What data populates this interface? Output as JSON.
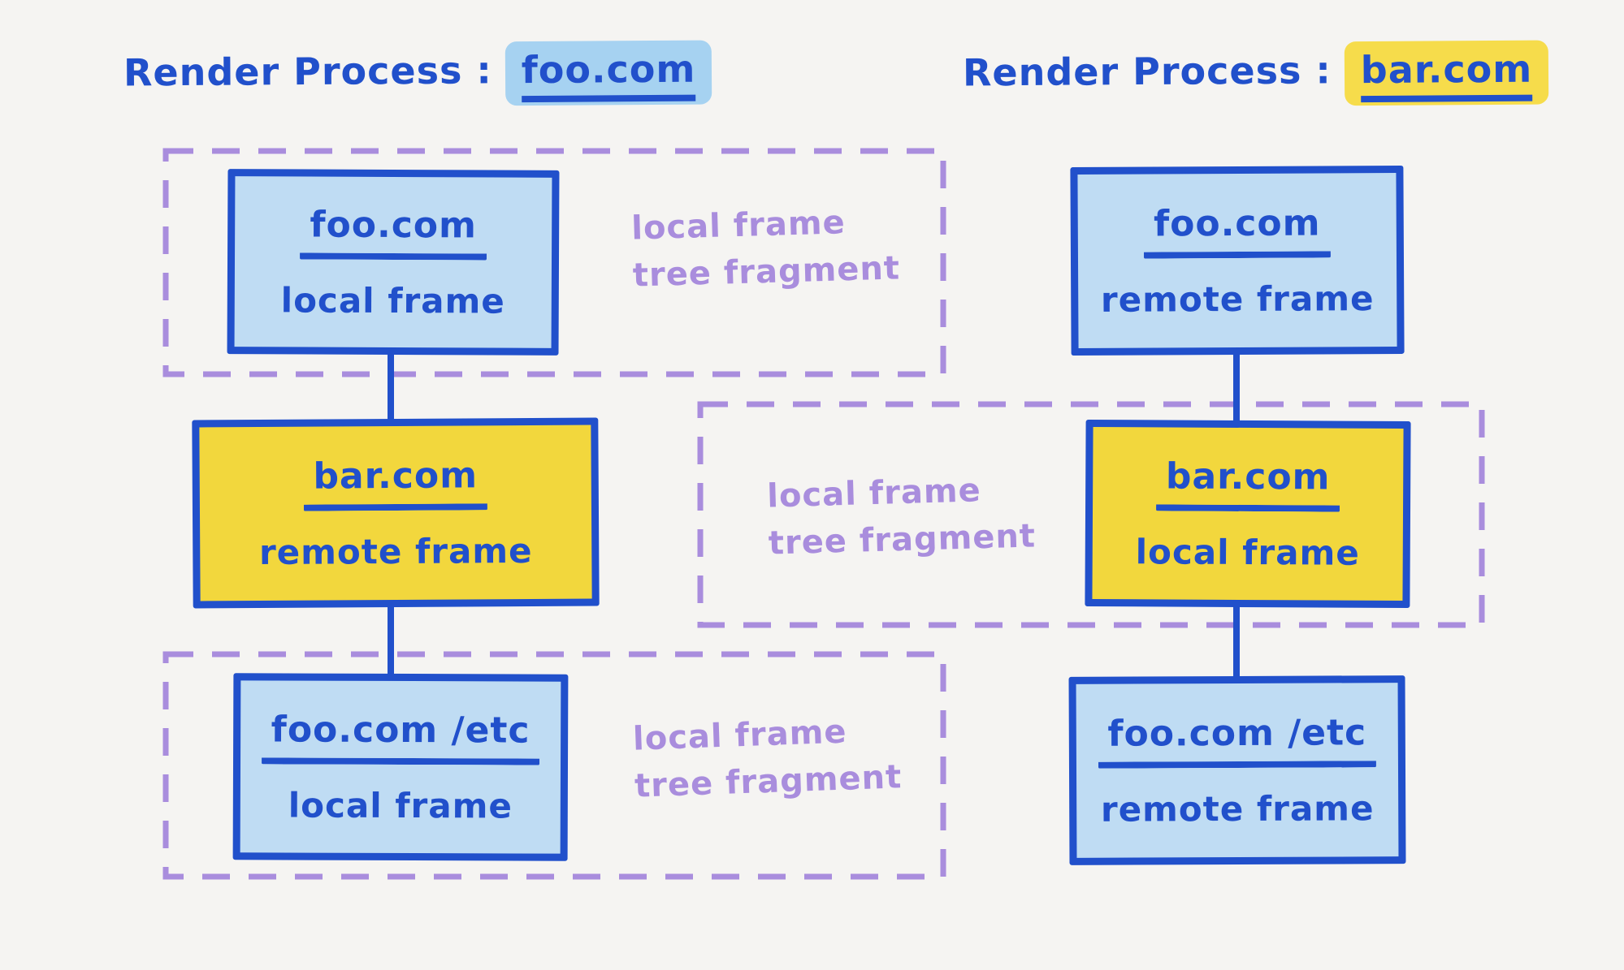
{
  "colors": {
    "background": "#f5f4f2",
    "ink": "#2150cb",
    "blue_fill": "#bfdcf3",
    "blue_highlight": "#a6d2f1",
    "yellow_fill": "#f2d73d",
    "yellow_highlight": "#f6dc4b",
    "purple": "#a98ddd"
  },
  "left_process": {
    "title_prefix": "Render Process :",
    "title_domain": "foo.com",
    "top_node": {
      "domain": "foo.com",
      "frame_type": "local frame"
    },
    "mid_node": {
      "domain": "bar.com",
      "frame_type": "remote frame"
    },
    "bottom_node": {
      "domain": "foo.com /etc",
      "frame_type": "local frame"
    },
    "top_fragment_label": {
      "line1": "local frame",
      "line2": "tree fragment"
    },
    "bottom_fragment_label": {
      "line1": "local frame",
      "line2": "tree fragment"
    }
  },
  "right_process": {
    "title_prefix": "Render Process :",
    "title_domain": "bar.com",
    "top_node": {
      "domain": "foo.com",
      "frame_type": "remote frame"
    },
    "mid_node": {
      "domain": "bar.com",
      "frame_type": "local frame"
    },
    "bottom_node": {
      "domain": "foo.com /etc",
      "frame_type": "remote frame"
    },
    "mid_fragment_label": {
      "line1": "local frame",
      "line2": "tree fragment"
    }
  }
}
